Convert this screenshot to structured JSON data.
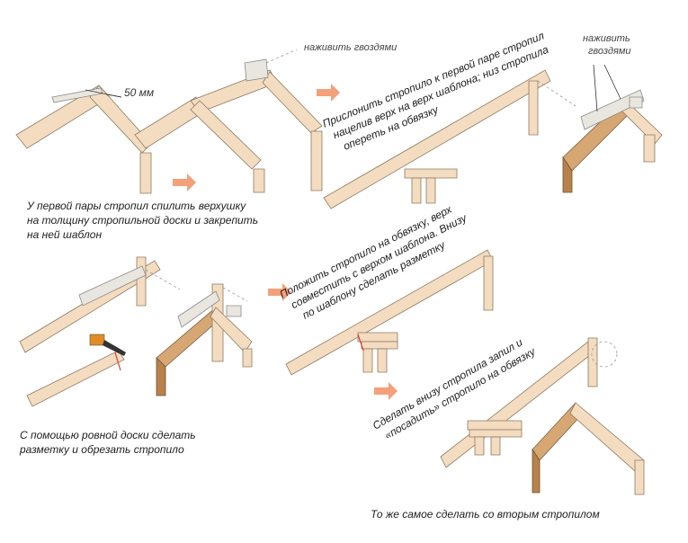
{
  "labels": {
    "dimension_50mm": "50 мм",
    "nail_top_1": "наживить гвоздями",
    "nail_top_2_line1": "наживить",
    "nail_top_2_line2": "гвоздями"
  },
  "captions": {
    "step1_line1": "У первой пары стропил спилить верхушку",
    "step1_line2": "на толщину стропильной доски и закрепить",
    "step1_line3": "на ней шаблон",
    "step2_line1": "Прислонить стропило к первой паре стропил",
    "step2_line2": "нацелив верх на верх шаблона; низ стропила",
    "step2_line3": "опереть на обвязку",
    "step3_line1": "С помощью ровной доски сделать",
    "step3_line2": "разметку и обрезать стропило",
    "step4_line1": "Положить стропило на обвязку, верх",
    "step4_line2": "совместить с верхом шаблона. Внизу",
    "step4_line3": "по шаблону сделать разметку",
    "step5_line1": "Сделать внизу стропила запил и",
    "step5_line2": "«посадить» стропило на обвязку",
    "step6_line1": "То же самое сделать со вторым стропилом"
  },
  "colors": {
    "wood_light": "#f4dcc0",
    "wood_dark": "#d6a772",
    "arrow": "#f4a07a",
    "mark_red": "#e23b2a"
  }
}
